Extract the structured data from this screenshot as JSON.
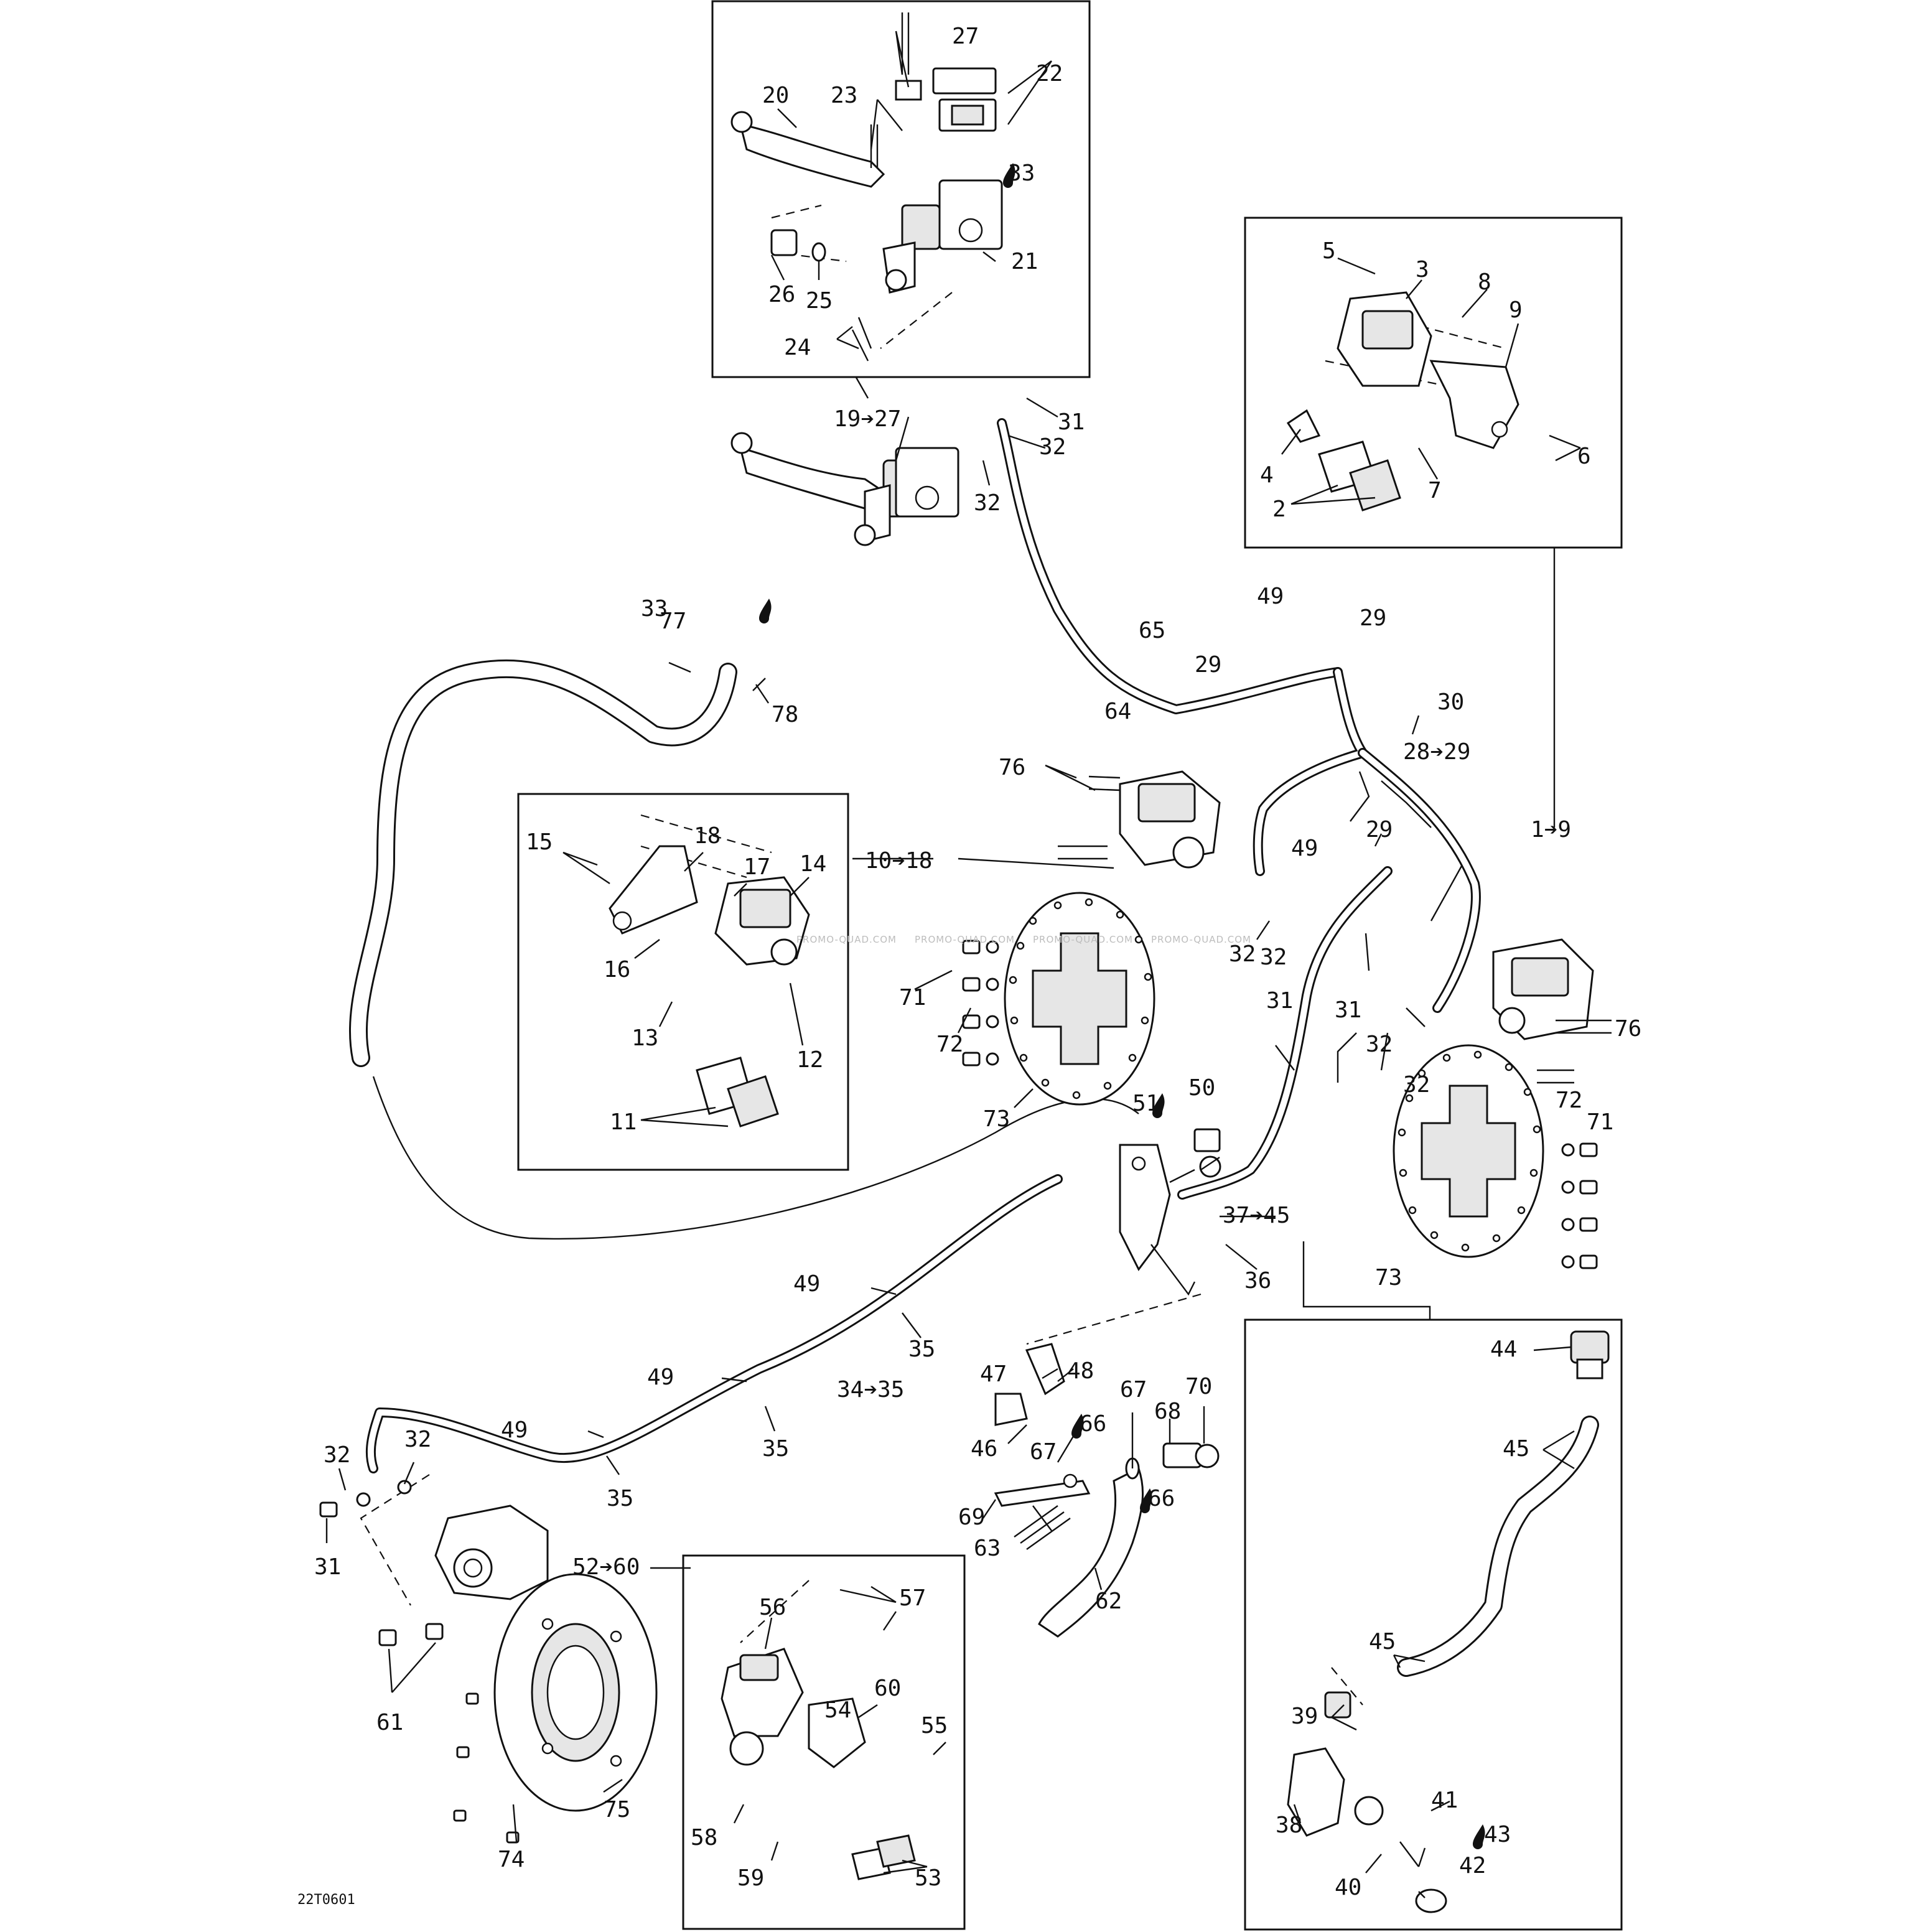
{
  "figure_code": "22T0601",
  "watermark": "PROMO-QUAD.COM",
  "callouts": {
    "c1_9": "1➔9",
    "c2": "2",
    "c3": "3",
    "c4": "4",
    "c5": "5",
    "c6": "6",
    "c7": "7",
    "c8": "8",
    "c9": "9",
    "c10_18": "10➔18",
    "c11": "11",
    "c12": "12",
    "c13": "13",
    "c14": "14",
    "c15": "15",
    "c16": "16",
    "c17": "17",
    "c18": "18",
    "c19_27": "19➔27",
    "c20": "20",
    "c21": "21",
    "c22": "22",
    "c23": "23",
    "c24": "24",
    "c25": "25",
    "c26": "26",
    "c27": "27",
    "c28_29": "28➔29",
    "c29a": "29",
    "c29b": "29",
    "c29c": "29",
    "c30": "30",
    "c31a": "31",
    "c31b": "31",
    "c31c": "31",
    "c31d": "31",
    "c32a": "32",
    "c32b": "32",
    "c32c": "32",
    "c32d": "32",
    "c32e": "32",
    "c32f": "32",
    "c32g": "32",
    "c32h": "32",
    "c33a": "33",
    "c33b": "33",
    "c34_35": "34➔35",
    "c35a": "35",
    "c35b": "35",
    "c35c": "35",
    "c36": "36",
    "c37_45": "37➔45",
    "c38": "38",
    "c39": "39",
    "c40": "40",
    "c41": "41",
    "c42": "42",
    "c43": "43",
    "c44": "44",
    "c45a": "45",
    "c45b": "45",
    "c46": "46",
    "c47": "47",
    "c48": "48",
    "c49a": "49",
    "c49b": "49",
    "c49c": "49",
    "c49d": "49",
    "c49e": "49",
    "c50": "50",
    "c51": "51",
    "c52_60": "52➔60",
    "c53": "53",
    "c54": "54",
    "c55": "55",
    "c56": "56",
    "c57": "57",
    "c58": "58",
    "c59": "59",
    "c60": "60",
    "c61": "61",
    "c62": "62",
    "c63": "63",
    "c64": "64",
    "c65": "65",
    "c66a": "66",
    "c66b": "66",
    "c67a": "67",
    "c67b": "67",
    "c68": "68",
    "c69": "69",
    "c70": "70",
    "c71a": "71",
    "c71b": "71",
    "c72a": "72",
    "c72b": "72",
    "c73a": "73",
    "c73b": "73",
    "c74": "74",
    "c75": "75",
    "c76a": "76",
    "c76b": "76",
    "c77": "77",
    "c78": "78"
  }
}
